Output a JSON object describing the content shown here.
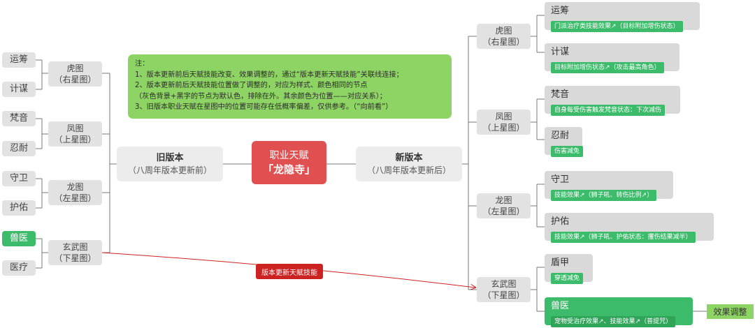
{
  "root": {
    "title": "职业天赋",
    "subtitle": "「龙隐寺」"
  },
  "old_version": {
    "title": "旧版本",
    "subtitle": "（八周年版本更新前）",
    "groups": [
      {
        "name": "虎图",
        "position": "（右星图）",
        "leaves": [
          "运筹",
          "计谋"
        ]
      },
      {
        "name": "凤图",
        "position": "（上星图）",
        "leaves": [
          "梵音",
          "忍耐"
        ]
      },
      {
        "name": "龙图",
        "position": "（左星图）",
        "leaves": [
          "守卫",
          "护佑"
        ]
      },
      {
        "name": "玄武图",
        "position": "（下星图）",
        "leaves": [
          "兽医",
          "医疗"
        ]
      }
    ]
  },
  "new_version": {
    "title": "新版本",
    "subtitle": "（八周年版本更新后）",
    "groups": [
      {
        "name": "虎图",
        "position": "（右星图）",
        "skills": [
          {
            "name": "运筹",
            "effect": "门派治疗类技能效果↗（目标附加增伤状态）"
          },
          {
            "name": "计谋",
            "effect": "目标附加增伤状态↗（攻击最高角色）"
          }
        ]
      },
      {
        "name": "凤图",
        "position": "（上星图）",
        "skills": [
          {
            "name": "梵音",
            "effect": "自身每受伤害触发梵音状态：下次减伤"
          },
          {
            "name": "忍耐",
            "effect": "伤害减免"
          }
        ]
      },
      {
        "name": "龙图",
        "position": "（左星图）",
        "skills": [
          {
            "name": "守卫",
            "effect": "技能效果↗（狮子吼、转伤比例↗）"
          },
          {
            "name": "护佑",
            "effect": "技能效果↗（狮子吼、护佑状态：攫伤结果减半）"
          }
        ]
      },
      {
        "name": "玄武图",
        "position": "（下星图）",
        "skills": [
          {
            "name": "盾甲",
            "effect": "穿透减免"
          },
          {
            "name": "兽医",
            "effect": "宠物受治疗效果↗、技能效果↗（普提咒）"
          }
        ]
      }
    ]
  },
  "note": {
    "title": "注：",
    "lines": [
      "1、版本更新前后天赋技能改变、效果调整的，通过“版本更新天赋技能”关联线连接；",
      "2、版本更新前后天赋技能位置做了调整的，对应为样式、颜色相同的节点",
      "（灰色背景+黑字的节点为默认色，排除在外。其余颜色为位置——对应关系）；",
      "3、旧版本职业天赋在星图中的位置可能存在低概率偏差，仅供参考。（“向前看”）"
    ]
  },
  "relation_label": "版本更新天赋技能",
  "effect_adjust_label": "效果调整",
  "colors": {
    "root": "#e15050",
    "note": "#8ed464",
    "highlight": "#3cbc6a",
    "relation": "#cc2222",
    "node": "#e2e2e2"
  }
}
